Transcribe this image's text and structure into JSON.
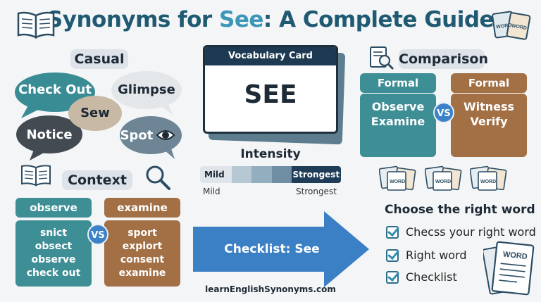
{
  "title": {
    "prefix": "Synonyms for ",
    "accent": "See",
    "suffix": ": A Complete Guide"
  },
  "casual": {
    "label": "Casual",
    "bubbles": [
      "Check Out",
      "Glimpse",
      "Sew",
      "Notice",
      "Spot"
    ]
  },
  "card": {
    "header": "Vocabulary Card",
    "word": "SEE"
  },
  "intensity": {
    "label": "Intensity",
    "bar_left": "Mild",
    "bar_right": "Strongest",
    "below_left": "Mild",
    "below_right": "Strongest"
  },
  "comparison": {
    "label": "Comparison",
    "left_head": "Formal",
    "left_words": [
      "Observe",
      "Examine"
    ],
    "right_head": "Formal",
    "right_words": [
      "Witness",
      "Verify"
    ],
    "vs": "VS"
  },
  "context": {
    "label": "Context",
    "left_head": "observe",
    "left_words": [
      "snict",
      "obsect",
      "observe",
      "check out"
    ],
    "right_head": "examine",
    "right_words": [
      "sport",
      "explort",
      "consent",
      "examine"
    ],
    "vs": "VS"
  },
  "arrow": {
    "label": "Checklist: See"
  },
  "footer": {
    "site": "learnEnglishSynonyms.com"
  },
  "choose": {
    "title": "Choose the right word",
    "items": [
      "Checss your right word",
      "Right word",
      "Checklist"
    ]
  },
  "icons": {
    "word_card": "WORD"
  },
  "colors": {
    "teal": "#3e8e96",
    "brown": "#a36f44",
    "title": "#1f5a72",
    "accent": "#3a97b8",
    "arrow": "#3b7fc4"
  }
}
